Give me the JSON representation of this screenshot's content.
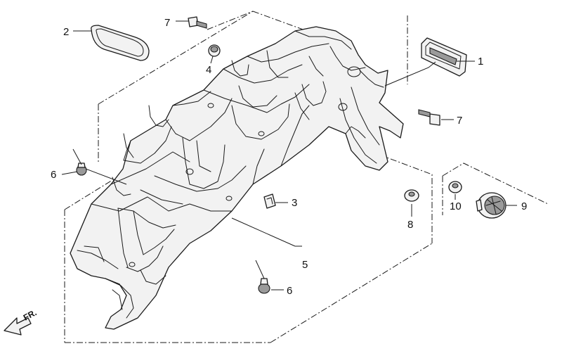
{
  "callouts": {
    "c1": "1",
    "c2": "2",
    "c3": "3",
    "c4": "4",
    "c5": "5",
    "c6a": "6",
    "c6b": "6",
    "c7a": "7",
    "c7b": "7",
    "c8": "8",
    "c9": "9",
    "c10": "10"
  },
  "front_arrow": {
    "label": "FR."
  }
}
